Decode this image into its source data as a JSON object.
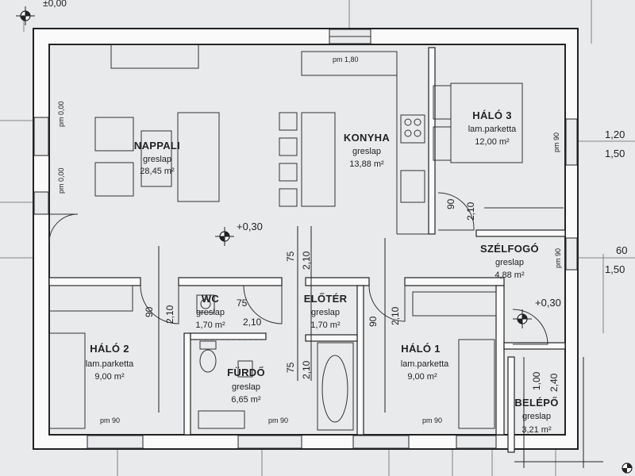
{
  "levels": {
    "top_left": "±0,00",
    "plus_030_left": "+0,30",
    "plus_030_right": "+0,30"
  },
  "rooms": {
    "nappali": {
      "name": "NAPPALI",
      "floor": "greslap",
      "area": "28,45 m²"
    },
    "konyha": {
      "name": "KONYHA",
      "floor": "greslap",
      "area": "13,88 m²"
    },
    "halo3": {
      "name": "HÁLÓ 3",
      "floor": "lam.parketta",
      "area": "12,00 m²"
    },
    "szelfogo": {
      "name": "SZÉLFOGÓ",
      "floor": "greslap",
      "area": "4,88 m²"
    },
    "wc": {
      "name": "WC",
      "floor": "greslap",
      "area": "1,70 m²"
    },
    "eloter": {
      "name": "ELŐTÉR",
      "floor": "greslap",
      "area": "1,70 m²"
    },
    "furdo": {
      "name": "FÜRDŐ",
      "floor": "greslap",
      "area": "6,65 m²"
    },
    "halo2": {
      "name": "HÁLÓ 2",
      "floor": "lam.parketta",
      "area": "9,00 m²"
    },
    "halo1": {
      "name": "HÁLÓ 1",
      "floor": "lam.parketta",
      "area": "9,00 m²"
    },
    "belepo": {
      "name": "BELÉPŐ",
      "floor": "greslap",
      "area": "3,21 m²"
    }
  },
  "dims": {
    "pm180": "pm 1,80",
    "pm00_a": "pm 0,00",
    "pm00_b": "pm 0,00",
    "pm90_halo3": "pm 90",
    "pm90_szel": "pm 90",
    "pm90_h2": "pm 90",
    "pm90_furdo": "pm 90",
    "pm90_h1": "pm 90",
    "d120": "1,20",
    "d150_a": "1,50",
    "d60": "60",
    "d150_b": "1,50",
    "v90_halo3": "90",
    "v210_halo3": "2,10",
    "v75_eloter": "75",
    "v210_eloter": "2,10",
    "v90_h2": "90",
    "v210_h2": "2,10",
    "h75_wc": "75",
    "h210_wc": "2,10",
    "v75_furdo": "75",
    "v210_furdo": "2,10",
    "v90_h1": "90",
    "v210_h1": "2,10",
    "v100_belepo": "1,00",
    "v240_belepo": "2,40"
  }
}
